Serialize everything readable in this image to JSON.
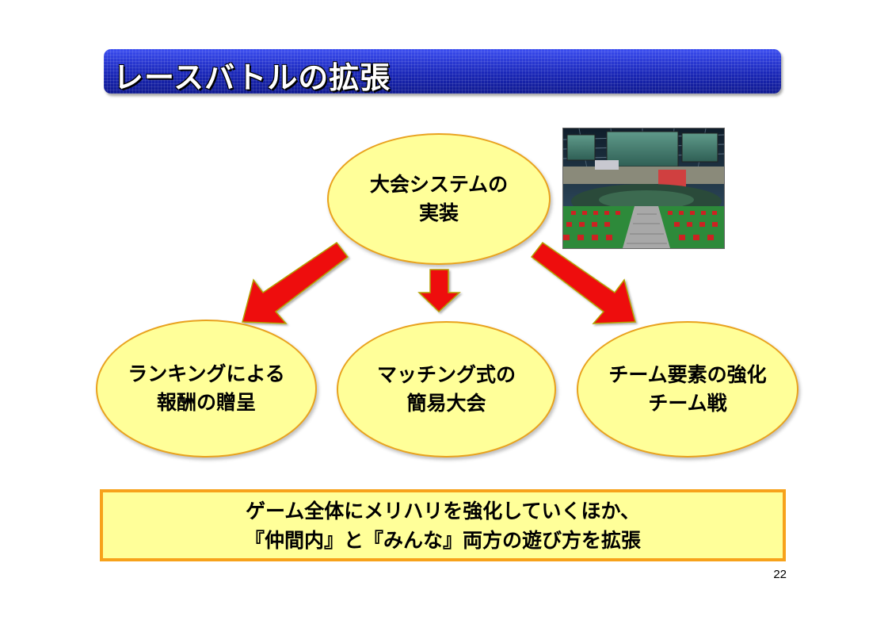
{
  "title": "レースバトルの拡張",
  "top_node": {
    "lines": [
      "大会システムの",
      "実装"
    ]
  },
  "branches": [
    {
      "lines": [
        "ランキングによる",
        "報酬の贈呈"
      ]
    },
    {
      "lines": [
        "マッチング式の",
        "簡易大会"
      ]
    },
    {
      "lines": [
        "チーム要素の強化",
        "チーム戦"
      ]
    }
  ],
  "summary": {
    "lines": [
      "ゲーム全体にメリハリを強化していくほか、",
      "『仲間内』と『みんな』両方の遊び方を拡張"
    ]
  },
  "page_number": "22",
  "colors": {
    "title_bar": "#1f2fc8",
    "ellipse_fill": "#ffff99",
    "ellipse_border": "#e9a21e",
    "arrow_fill": "#ee1111",
    "arrow_outline": "#b3a000",
    "summary_border": "#f7a21b"
  },
  "image": {
    "description_icon": "stadium-screenshot-image"
  }
}
